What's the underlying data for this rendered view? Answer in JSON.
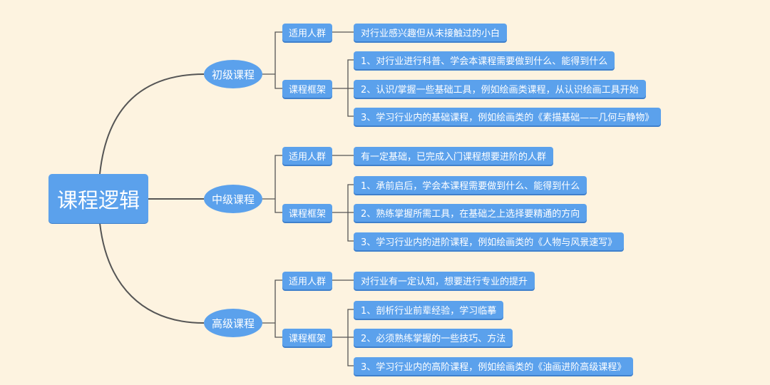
{
  "root": "课程逻辑",
  "colors": {
    "node": "#5ba1ec",
    "background": "#fdf3e0",
    "line": "#555555"
  },
  "levels": [
    {
      "label": "初级课程",
      "audience_label": "适用人群",
      "audience": "对行业感兴趣但从未接触过的小白",
      "framework_label": "课程框架",
      "framework": [
        "1、对行业进行科普、学会本课程需要做到什么、能得到什么",
        "2、认识/掌握一些基础工具，例如绘画类课程，从认识绘画工具开始",
        "3、学习行业内的基础课程，例如绘画类的《素描基础——几何与静物》"
      ]
    },
    {
      "label": "中级课程",
      "audience_label": "适用人群",
      "audience": "有一定基础，已完成入门课程想要进阶的人群",
      "framework_label": "课程框架",
      "framework": [
        "1、承前启后，学会本课程需要做到什么、能得到什么",
        "2、熟练掌握所需工具，在基础之上选择要精通的方向",
        "3、学习行业内的进阶课程，例如绘画类的《人物与风景速写》"
      ]
    },
    {
      "label": "高级课程",
      "audience_label": "适用人群",
      "audience": "对行业有一定认知，想要进行专业的提升",
      "framework_label": "课程框架",
      "framework": [
        "1、剖析行业前辈经验，学习临摹",
        "2、必须熟练掌握的一些技巧、方法",
        "3、学习行业内的高阶课程，例如绘画类的《油画进阶高级课程》"
      ]
    }
  ]
}
